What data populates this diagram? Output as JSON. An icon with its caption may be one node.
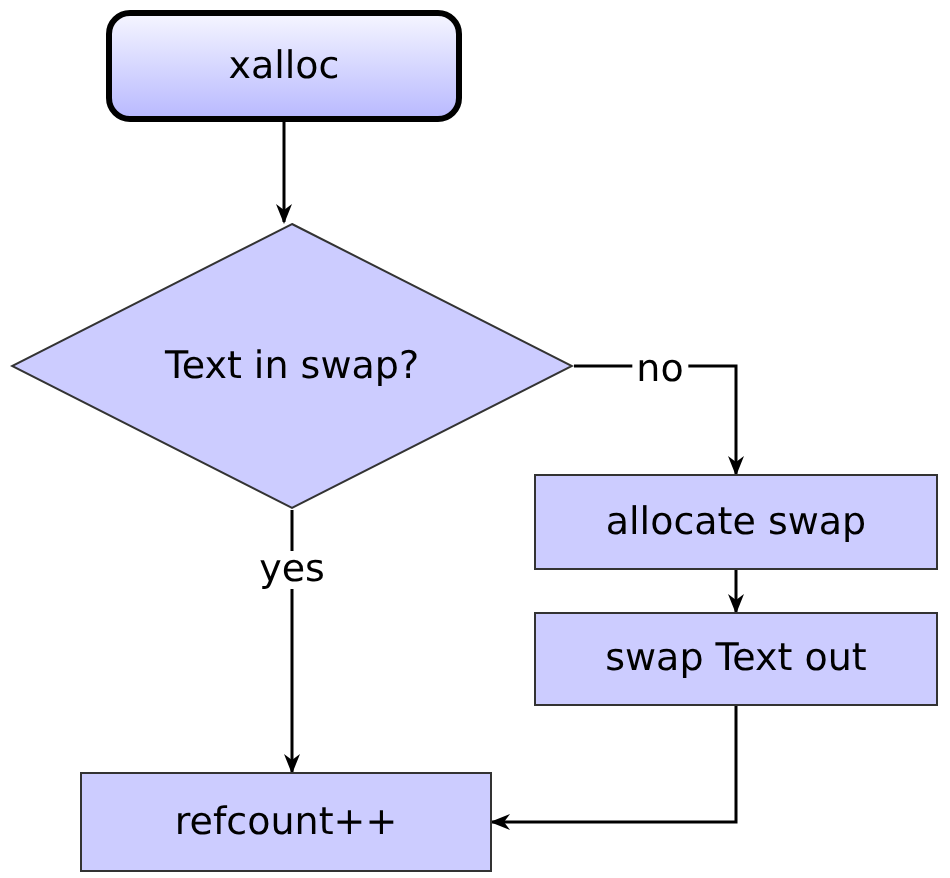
{
  "diagram": {
    "nodes": [
      {
        "text": [
          "xalloc"
        ]
      },
      {
        "text": [
          "Text in swap?"
        ]
      },
      {
        "text": [
          "allocate swap"
        ]
      },
      {
        "text": [
          "swap Text out"
        ]
      },
      {
        "text": [
          "refcount++"
        ]
      }
    ],
    "edges": [
      {
        "from": 0,
        "to": 1,
        "arrow": "to"
      },
      {
        "from": 1,
        "to": 2,
        "arrow": "to",
        "label": "no"
      },
      {
        "from": 1,
        "to": 4,
        "arrow": "to",
        "label": "yes"
      },
      {
        "from": 2,
        "to": 3,
        "arrow": "to"
      },
      {
        "from": 3,
        "to": 4,
        "arrow": "to"
      }
    ]
  }
}
